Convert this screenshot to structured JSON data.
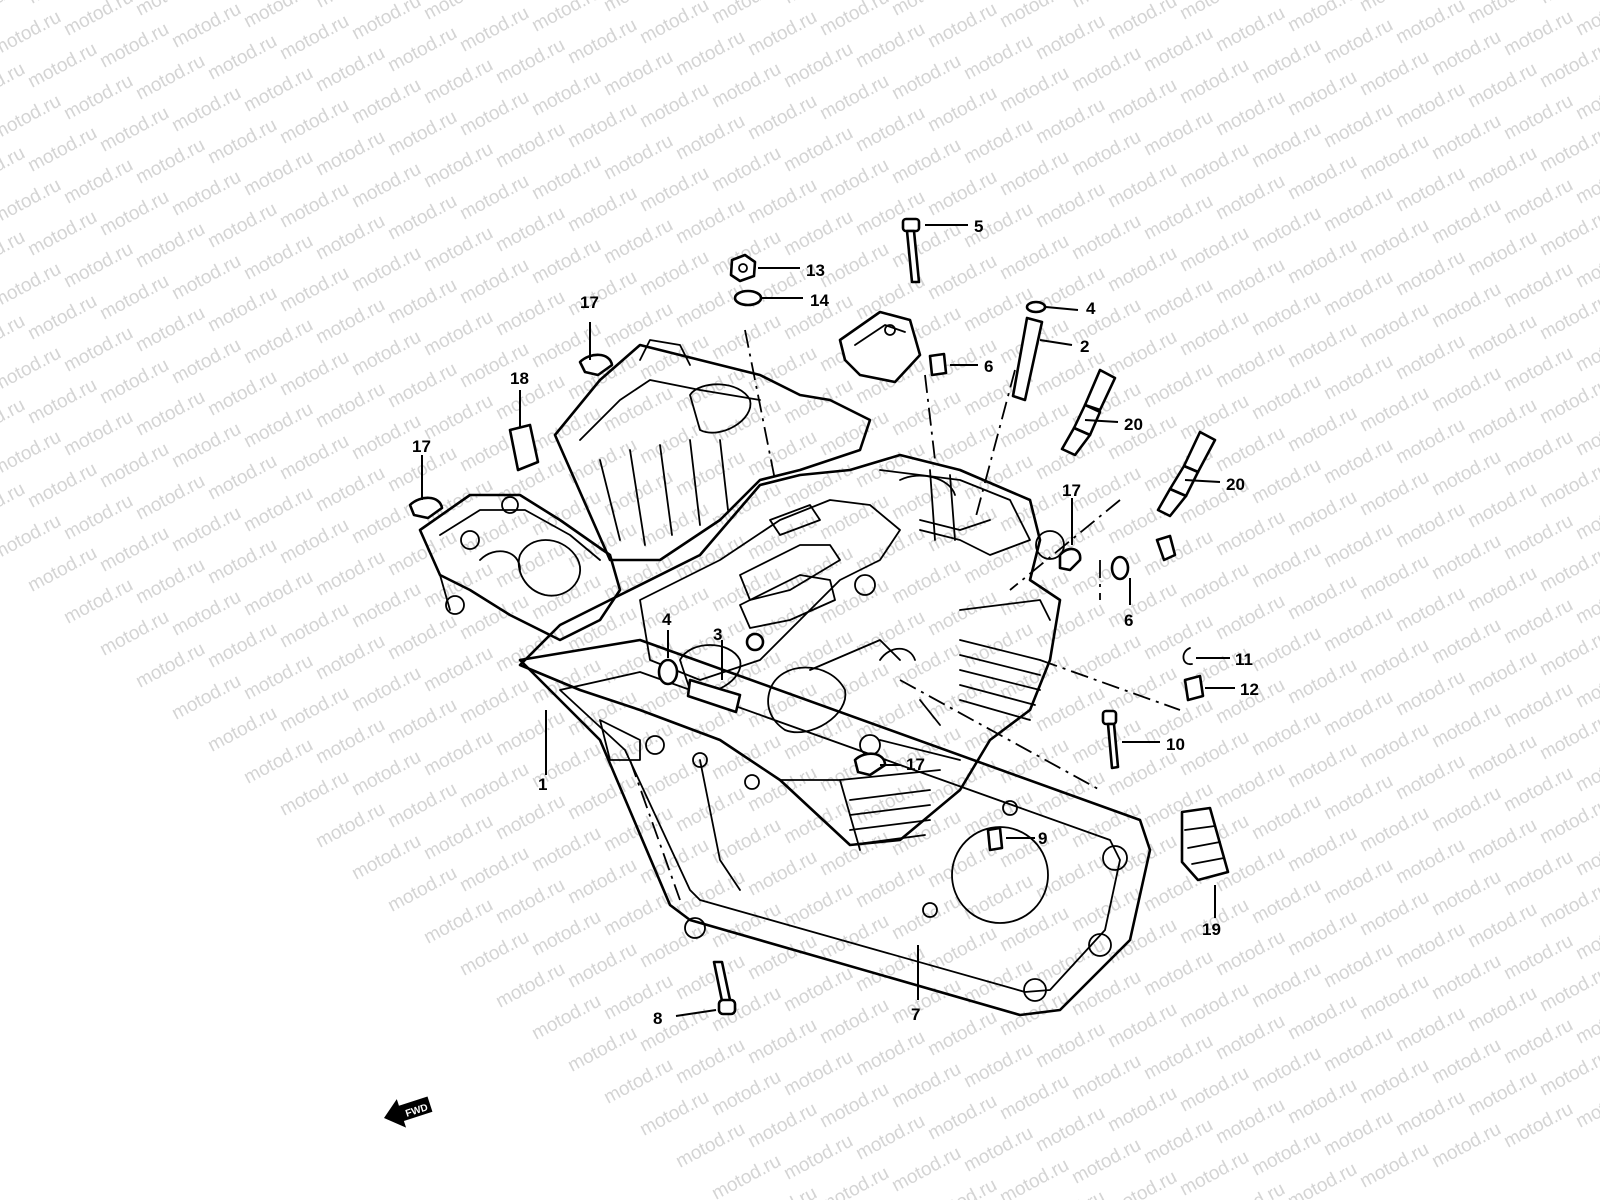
{
  "watermark": {
    "text": "motod.ru"
  },
  "callouts": [
    {
      "id": "1",
      "label": "1"
    },
    {
      "id": "2",
      "label": "2"
    },
    {
      "id": "3",
      "label": "3"
    },
    {
      "id": "4a",
      "label": "4"
    },
    {
      "id": "4b",
      "label": "4"
    },
    {
      "id": "5",
      "label": "5"
    },
    {
      "id": "6a",
      "label": "6"
    },
    {
      "id": "6b",
      "label": "6"
    },
    {
      "id": "7",
      "label": "7"
    },
    {
      "id": "8",
      "label": "8"
    },
    {
      "id": "9",
      "label": "9"
    },
    {
      "id": "10",
      "label": "10"
    },
    {
      "id": "11",
      "label": "11"
    },
    {
      "id": "12",
      "label": "12"
    },
    {
      "id": "13",
      "label": "13"
    },
    {
      "id": "14",
      "label": "14"
    },
    {
      "id": "17a",
      "label": "17"
    },
    {
      "id": "17b",
      "label": "17"
    },
    {
      "id": "17c",
      "label": "17"
    },
    {
      "id": "17d",
      "label": "17"
    },
    {
      "id": "18",
      "label": "18"
    },
    {
      "id": "19",
      "label": "19"
    },
    {
      "id": "20a",
      "label": "20"
    },
    {
      "id": "20b",
      "label": "20"
    }
  ],
  "front_arrow": {
    "label": "FWD"
  }
}
